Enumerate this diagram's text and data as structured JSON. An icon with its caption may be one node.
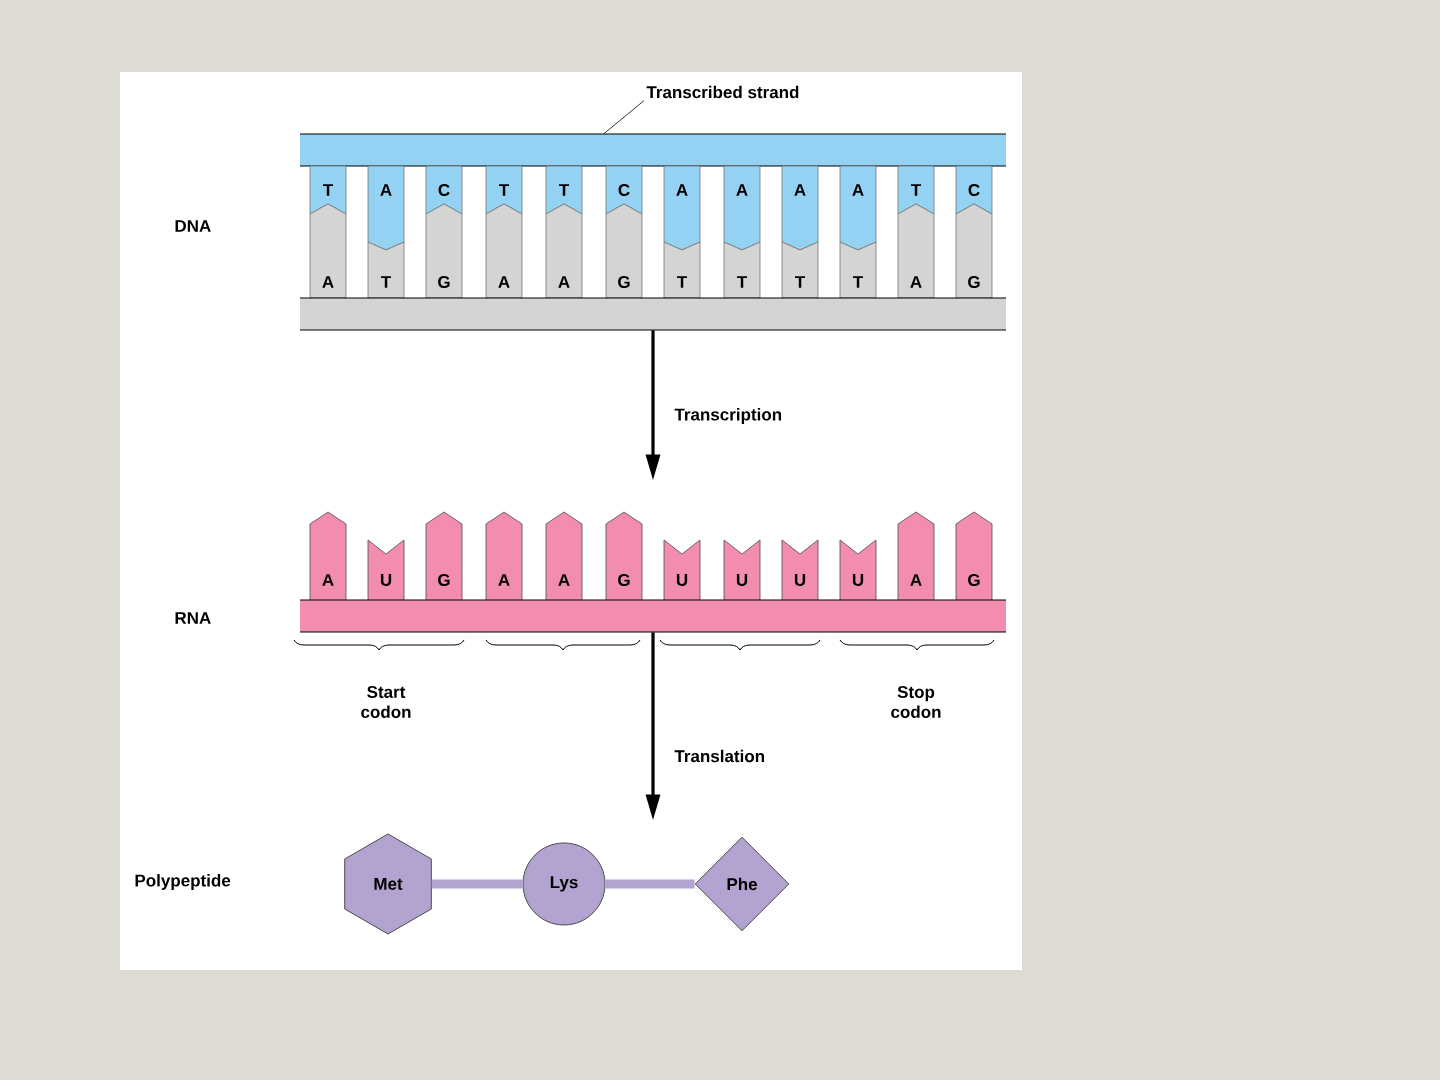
{
  "diagram": {
    "nodes": [
      {
        "text": [
          "Transcribed strand"
        ]
      },
      {
        "text": [],
        "shape": "bar"
      },
      {
        "text": [
          "T"
        ]
      },
      {
        "text": [
          "A"
        ]
      },
      {
        "text": [
          "C"
        ]
      },
      {
        "text": [
          "T"
        ]
      },
      {
        "text": [
          "T"
        ]
      },
      {
        "text": [
          "C"
        ]
      },
      {
        "text": [
          "A"
        ]
      },
      {
        "text": [
          "A"
        ]
      },
      {
        "text": [
          "A"
        ]
      },
      {
        "text": [
          "A"
        ]
      },
      {
        "text": [
          "T"
        ]
      },
      {
        "text": [
          "C"
        ]
      },
      {
        "text": [
          "A"
        ]
      },
      {
        "text": [
          "T"
        ]
      },
      {
        "text": [
          "G"
        ]
      },
      {
        "text": [
          "A"
        ]
      },
      {
        "text": [
          "A"
        ]
      },
      {
        "text": [
          "G"
        ]
      },
      {
        "text": [
          "T"
        ]
      },
      {
        "text": [
          "T"
        ]
      },
      {
        "text": [
          "T"
        ]
      },
      {
        "text": [
          "T"
        ]
      },
      {
        "text": [
          "A"
        ]
      },
      {
        "text": [
          "G"
        ]
      },
      {
        "text": [],
        "shape": "bar"
      },
      {
        "text": [
          "A"
        ]
      },
      {
        "text": [
          "U"
        ]
      },
      {
        "text": [
          "G"
        ]
      },
      {
        "text": [
          "A"
        ]
      },
      {
        "text": [
          "A"
        ]
      },
      {
        "text": [
          "G"
        ]
      },
      {
        "text": [
          "U"
        ]
      },
      {
        "text": [
          "U"
        ]
      },
      {
        "text": [
          "U"
        ]
      },
      {
        "text": [
          "U"
        ]
      },
      {
        "text": [
          "A"
        ]
      },
      {
        "text": [
          "G"
        ]
      },
      {
        "text": [],
        "shape": "bar"
      },
      {
        "text": [
          "Met"
        ]
      },
      {
        "text": [
          "Lys"
        ]
      },
      {
        "text": [
          "Phe"
        ]
      }
    ],
    "edges": [
      {
        "from": 0,
        "to": 1,
        "arrow": "none"
      },
      {
        "from": 26,
        "to": null,
        "arrow": "to",
        "label": "Transcription"
      },
      {
        "from": 39,
        "to": null,
        "arrow": "to",
        "label": "Translation"
      },
      {
        "from": 40,
        "to": 41,
        "arrow": "none",
        "style": "thick",
        "color": "#b3a3d0"
      },
      {
        "from": 41,
        "to": 42,
        "arrow": "none",
        "style": "thick",
        "color": "#b3a3d0"
      }
    ],
    "labels": [
      "DNA",
      "RNA",
      "Start codon",
      "Stop codon",
      "Polypeptide"
    ]
  }
}
